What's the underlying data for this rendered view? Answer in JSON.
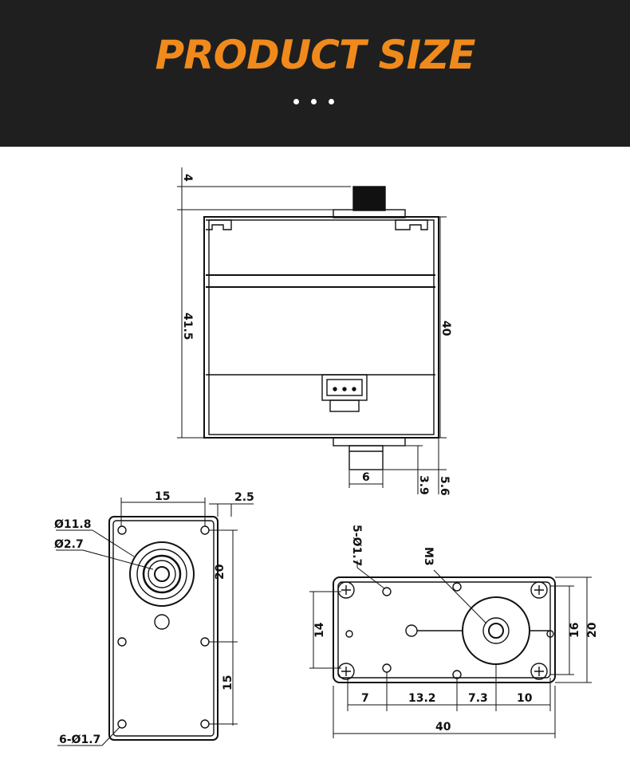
{
  "header": {
    "title": "PRODUCT SIZE",
    "bg_color": "#1f1f1f",
    "title_color": "#f08a1c",
    "dots_count": 3
  },
  "side_view": {
    "dim_top_offset": "4",
    "dim_total_height": "41.5",
    "dim_body_height": "40",
    "dim_shaft_width": "6",
    "dim_spline_length": "3.9",
    "dim_shaft_length": "5.6"
  },
  "front_view": {
    "dim_width": "15",
    "dim_edge": "2.5",
    "dim_hub_diameter": "Ø11.8",
    "dim_bore_diameter": "Ø2.7",
    "dim_upper_spacing": "20",
    "dim_lower_spacing": "15",
    "dim_holes": "6-Ø1.7"
  },
  "bottom_view": {
    "dim_holes": "5-Ø1.7",
    "dim_thread": "M3",
    "dim_left_height": "14",
    "dim_inner_height": "16",
    "dim_outer_height": "20",
    "dim_seg_1": "7",
    "dim_seg_2": "13.2",
    "dim_seg_3": "7.3",
    "dim_seg_4": "10",
    "dim_total_width": "40"
  }
}
